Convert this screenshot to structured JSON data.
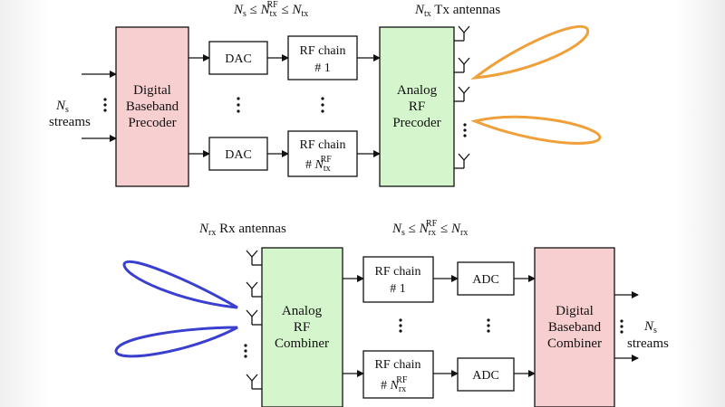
{
  "colors": {
    "digital_block": "#f8cfd0",
    "analog_block": "#d5f5cc",
    "tx_beam": "#f0a03a",
    "rx_beam": "#3a3fd0"
  },
  "transmitter": {
    "constraint": {
      "ns": "N",
      "ns_sub": "s",
      "le1": " ≤ ",
      "ntx": "N",
      "ntx_sub": "tx",
      "ntx_sup": "RF",
      "le2": " ≤ ",
      "ntx2": "N",
      "ntx2_sub": "tx"
    },
    "antennas_label": {
      "n": "N",
      "sub": "tx",
      "text": " Tx antennas"
    },
    "input": {
      "n": "N",
      "sub": "s",
      "streams": "streams"
    },
    "digital_precoder": [
      "Digital",
      "Baseband",
      "Precoder"
    ],
    "dac_top": "DAC",
    "dac_bottom": "DAC",
    "rf_chain_top": {
      "line1": "RF chain",
      "line2": "# 1"
    },
    "rf_chain_bottom": {
      "line1": "RF chain",
      "hash": "# ",
      "n": "N",
      "sub": "tx",
      "sup": "RF"
    },
    "analog_precoder": [
      "Analog",
      "RF",
      "Precoder"
    ]
  },
  "receiver": {
    "antennas_label": {
      "n": "N",
      "sub": "rx",
      "text": " Rx antennas"
    },
    "constraint": {
      "ns": "N",
      "ns_sub": "s",
      "le1": " ≤ ",
      "nrx": "N",
      "nrx_sub": "rx",
      "nrx_sup": "RF",
      "le2": " ≤ ",
      "nrx2": "N",
      "nrx2_sub": "rx"
    },
    "analog_combiner": [
      "Analog",
      "RF",
      "Combiner"
    ],
    "rf_chain_top": {
      "line1": "RF chain",
      "line2": "# 1"
    },
    "rf_chain_bottom": {
      "line1": "RF chain",
      "hash": "# ",
      "n": "N",
      "sub": "rx",
      "sup": "RF"
    },
    "adc_top": "ADC",
    "adc_bottom": "ADC",
    "digital_combiner": [
      "Digital",
      "Baseband",
      "Combiner"
    ],
    "output": {
      "n": "N",
      "sub": "s",
      "streams": "streams"
    }
  }
}
